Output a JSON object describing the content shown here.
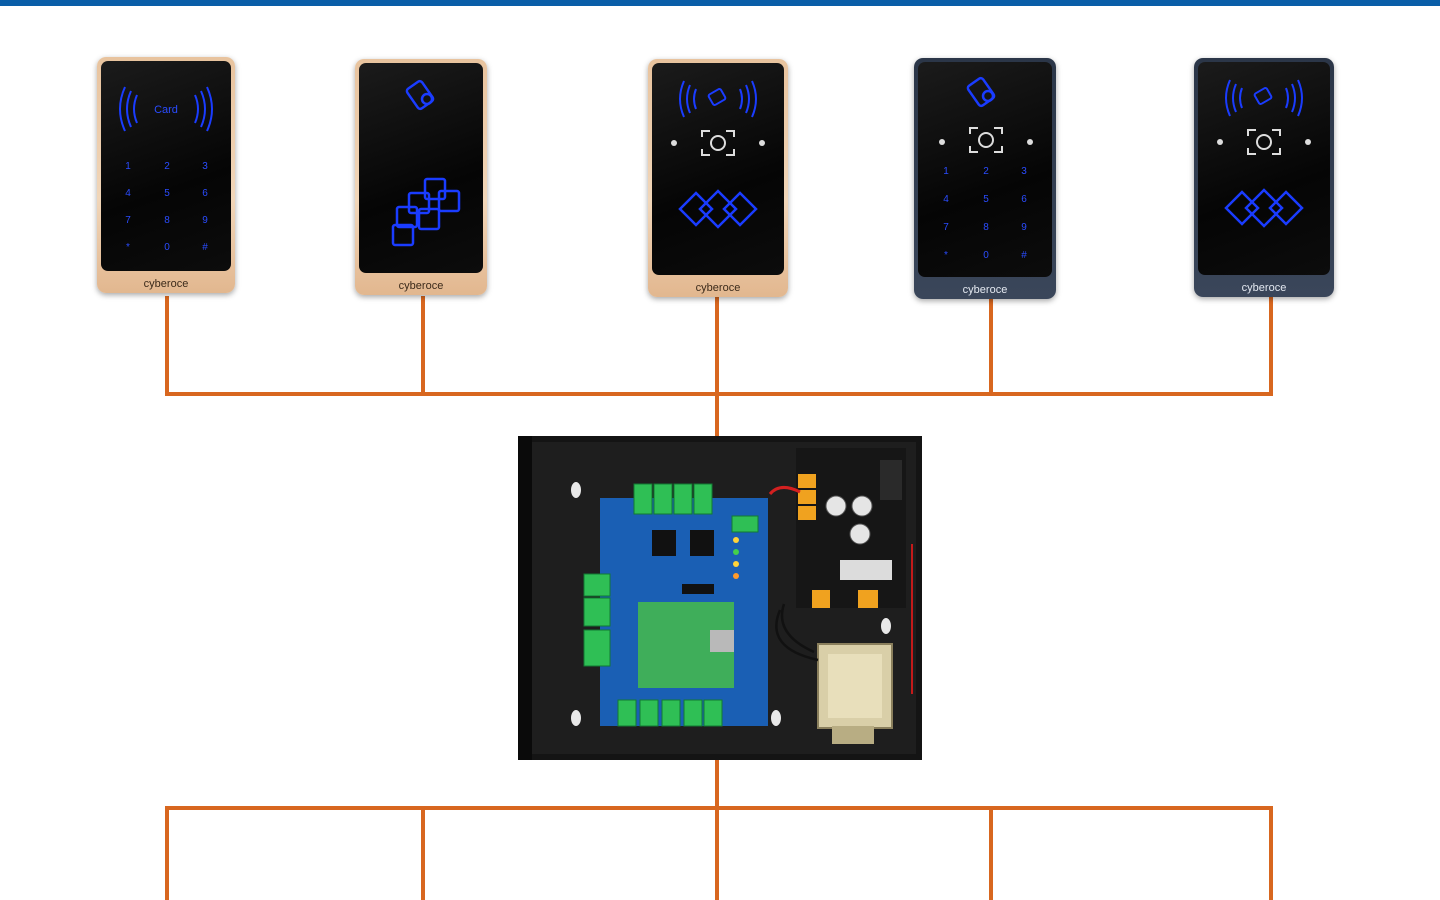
{
  "header": {
    "bar_color": "#0a5ea8"
  },
  "wire_color": "#d8671f",
  "readers": [
    {
      "id": "reader-1",
      "model": "keypad-card",
      "finish": "gold",
      "brand": "cyberoce",
      "keypad": [
        "1",
        "2",
        "3",
        "4",
        "5",
        "6",
        "7",
        "8",
        "9",
        "*",
        "0",
        "#"
      ],
      "rfid_label": "Card"
    },
    {
      "id": "reader-2",
      "model": "card-only",
      "finish": "gold",
      "brand": "cyberoce"
    },
    {
      "id": "reader-3",
      "model": "card-face",
      "finish": "gold",
      "brand": "cyberoce"
    },
    {
      "id": "reader-4",
      "model": "keypad-face",
      "finish": "dark",
      "brand": "cyberoce",
      "keypad": [
        "1",
        "2",
        "3",
        "4",
        "5",
        "6",
        "7",
        "8",
        "9",
        "*",
        "0",
        "#"
      ]
    },
    {
      "id": "reader-5",
      "model": "card-face",
      "finish": "dark",
      "brand": "cyberoce"
    }
  ],
  "controller": {
    "name": "access-control-panel"
  }
}
